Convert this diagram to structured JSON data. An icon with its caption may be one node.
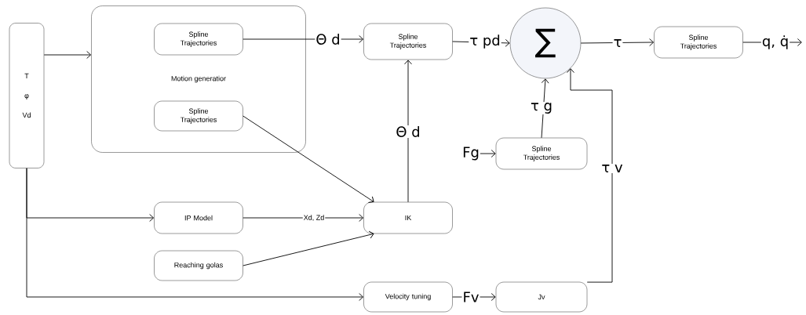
{
  "diagram": {
    "nodes": [
      {
        "text": [
          "T",
          "φ",
          "Vd"
        ]
      },
      {
        "text": [
          "Motion generatior"
        ]
      },
      {
        "text": [
          "Spline Trajectories"
        ],
        "in": 1
      },
      {
        "text": [
          "Spline Trajectories"
        ],
        "in": 1
      },
      {
        "text": [
          "Spline Trajectories"
        ]
      },
      {
        "text": [
          "∑"
        ]
      },
      {
        "text": [
          "Spline Trajectories"
        ]
      },
      {
        "text": [
          "Spline Trajectories"
        ]
      },
      {
        "text": [
          "IP Model"
        ]
      },
      {
        "text": [
          "IK"
        ]
      },
      {
        "text": [
          "Reaching golas"
        ]
      },
      {
        "text": [
          "Velocity tuning"
        ]
      },
      {
        "text": [
          "Jv"
        ]
      }
    ],
    "edges": [
      {
        "from": 0,
        "to": 1,
        "arrow": "to"
      },
      {
        "from": 2,
        "to": 4,
        "arrow": "to",
        "label": "Θ d"
      },
      {
        "from": 4,
        "to": 5,
        "arrow": "to",
        "label": "τ pd"
      },
      {
        "from": 5,
        "to": 6,
        "arrow": "to",
        "label": "τ"
      },
      {
        "from": 6,
        "to": null,
        "arrow": "to",
        "label": "q, q̇"
      },
      {
        "from": 3,
        "to": 9,
        "arrow": "to"
      },
      {
        "from": 0,
        "to": 8,
        "arrow": "to"
      },
      {
        "from": 0,
        "to": 11,
        "arrow": "to"
      },
      {
        "from": 8,
        "to": 9,
        "arrow": "to",
        "label": "Xd, Zd"
      },
      {
        "from": 10,
        "to": 9,
        "arrow": "to"
      },
      {
        "from": 9,
        "to": 4,
        "arrow": "to",
        "label": "Θ d"
      },
      {
        "from": null,
        "to": 7,
        "arrow": "to",
        "label": "Fg"
      },
      {
        "from": 7,
        "to": 5,
        "arrow": "to",
        "label": "τ g"
      },
      {
        "from": 11,
        "to": 12,
        "arrow": "to",
        "label": "Fv"
      },
      {
        "from": 12,
        "to": 5,
        "arrow": "to",
        "label": "τ v"
      }
    ]
  }
}
